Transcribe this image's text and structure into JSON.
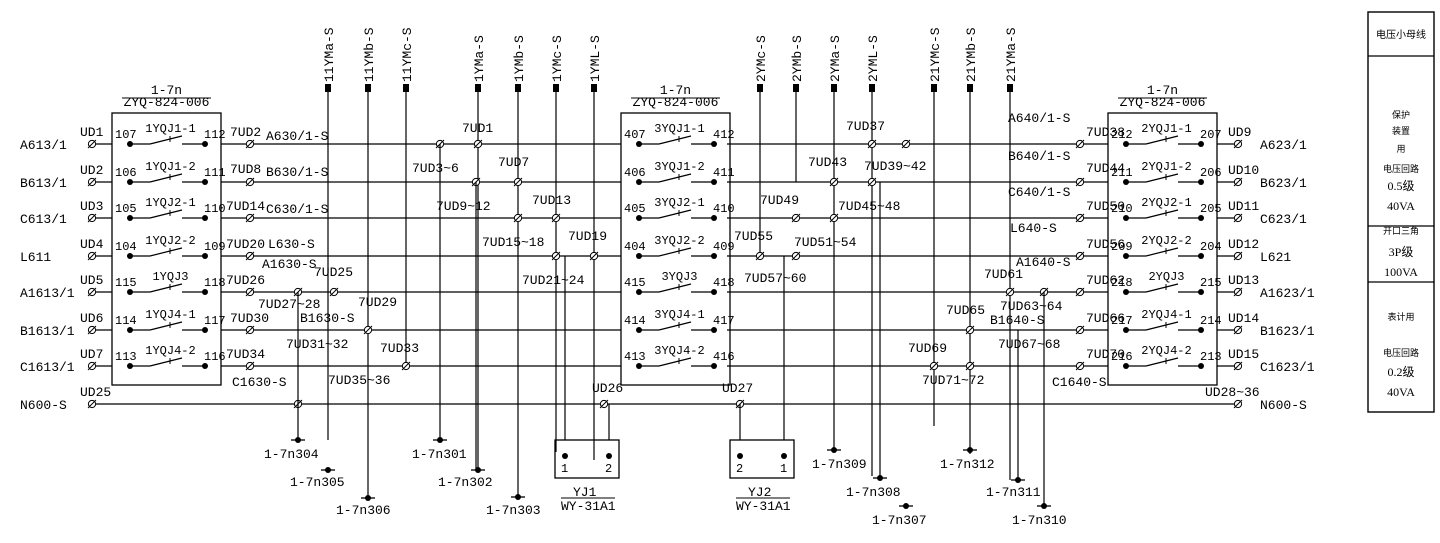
{
  "relays": [
    {
      "title": "1-7n",
      "model": "ZYQ-824-006",
      "rows": [
        [
          "107",
          "1YQJ1-1",
          "112"
        ],
        [
          "106",
          "1YQJ1-2",
          "111"
        ],
        [
          "105",
          "1YQJ2-1",
          "110"
        ],
        [
          "104",
          "1YQJ2-2",
          "109"
        ],
        [
          "115",
          "1YQJ3",
          "118"
        ],
        [
          "114",
          "1YQJ4-1",
          "117"
        ],
        [
          "113",
          "1YQJ4-2",
          "116"
        ]
      ]
    },
    {
      "title": "1-7n",
      "model": "ZYQ-824-006",
      "rows": [
        [
          "407",
          "3YQJ1-1",
          "412"
        ],
        [
          "406",
          "3YQJ1-2",
          "411"
        ],
        [
          "405",
          "3YQJ2-1",
          "410"
        ],
        [
          "404",
          "3YQJ2-2",
          "409"
        ],
        [
          "415",
          "3YQJ3",
          "418"
        ],
        [
          "414",
          "3YQJ4-1",
          "417"
        ],
        [
          "413",
          "3YQJ4-2",
          "416"
        ]
      ]
    },
    {
      "title": "1-7n",
      "model": "ZYQ-824-006",
      "rows": [
        [
          "212",
          "2YQJ1-1",
          "207"
        ],
        [
          "211",
          "2YQJ1-2",
          "206"
        ],
        [
          "210",
          "2YQJ2-1",
          "205"
        ],
        [
          "209",
          "2YQJ2-2",
          "204"
        ],
        [
          "218",
          "2YQJ3",
          "215"
        ],
        [
          "217",
          "2YQJ4-1",
          "214"
        ],
        [
          "216",
          "2YQJ4-2",
          "213"
        ]
      ]
    }
  ],
  "left_lines": [
    {
      "name": "A613/1",
      "term": "UD1"
    },
    {
      "name": "B613/1",
      "term": "UD2"
    },
    {
      "name": "C613/1",
      "term": "UD3"
    },
    {
      "name": "L611",
      "term": "UD4"
    },
    {
      "name": "A1613/1",
      "term": "UD5"
    },
    {
      "name": "B1613/1",
      "term": "UD6"
    },
    {
      "name": "C1613/1",
      "term": "UD7"
    },
    {
      "name": "N600-S",
      "term": "UD25"
    }
  ],
  "right_lines": [
    {
      "name": "A623/1",
      "term": "UD9"
    },
    {
      "name": "B623/1",
      "term": "UD10"
    },
    {
      "name": "C623/1",
      "term": "UD11"
    },
    {
      "name": "L621",
      "term": "UD12"
    },
    {
      "name": "A1623/1",
      "term": "UD13"
    },
    {
      "name": "B1623/1",
      "term": "UD14"
    },
    {
      "name": "C1623/1",
      "term": "UD15"
    },
    {
      "name": "N600-S",
      "term": "UD28~36"
    }
  ],
  "bus_labels": [
    "11YMa-S",
    "11YMb-S",
    "11YMc-S",
    "1YMa-S",
    "1YMb-S",
    "1YMc-S",
    "1YML-S",
    "2YMc-S",
    "2YMb-S",
    "2YMa-S",
    "2YML-S",
    "21YMc-S",
    "21YMb-S",
    "21YMa-S"
  ],
  "terminal_labels": [
    "7UD2",
    "A630/1-S",
    "7UD8",
    "B630/1-S",
    "7UD14",
    "C630/1-S",
    "7UD20",
    "L630-S",
    "A1630-S",
    "7UD26",
    "7UD25",
    "7UD27~28",
    "7UD29",
    "7UD30",
    "B1630-S",
    "7UD31~32",
    "7UD34",
    "7UD33",
    "C1630-S",
    "7UD35~36",
    "7UD1",
    "7UD3~6",
    "7UD7",
    "7UD9~12",
    "7UD13",
    "7UD15~18",
    "7UD19",
    "7UD21~24",
    "7UD55",
    "7UD57~60",
    "7UD51~54",
    "7UD49",
    "7UD45~48",
    "7UD43",
    "7UD39~42",
    "7UD37",
    "A640/1-S",
    "7UD38",
    "B640/1-S",
    "7UD44",
    "C640/1-S",
    "7UD50",
    "L640-S",
    "7UD56",
    "A1640-S",
    "7UD62",
    "7UD61",
    "7UD63~64",
    "7UD65",
    "B1640-S",
    "7UD66",
    "7UD67~68",
    "7UD69",
    "7UD70",
    "7UD71~72",
    "C1640-S",
    "UD26",
    "UD27"
  ],
  "bottom_terminals": [
    "1-7n304",
    "1-7n305",
    "1-7n306",
    "1-7n301",
    "1-7n302",
    "1-7n303",
    "1-7n309",
    "1-7n308",
    "1-7n307",
    "1-7n312",
    "1-7n311",
    "1-7n310"
  ],
  "vt": [
    {
      "name": "YJ1",
      "model": "WY-31A1",
      "pins": [
        "1",
        "2"
      ]
    },
    {
      "name": "YJ2",
      "model": "WY-31A1",
      "pins": [
        "2",
        "1"
      ]
    }
  ],
  "side_panel": {
    "title": "电压小母线",
    "sections": [
      {
        "lines": [
          "保护",
          "装置",
          "用",
          "电压回路"
        ],
        "value1": "0.5级",
        "value2": "40VA"
      },
      {
        "lines": [
          "开口三角"
        ],
        "value1": "3P级",
        "value2": "100VA"
      },
      {
        "lines": [
          "表计用",
          "电压回路"
        ],
        "value1": "0.2级",
        "value2": "40VA"
      }
    ]
  }
}
